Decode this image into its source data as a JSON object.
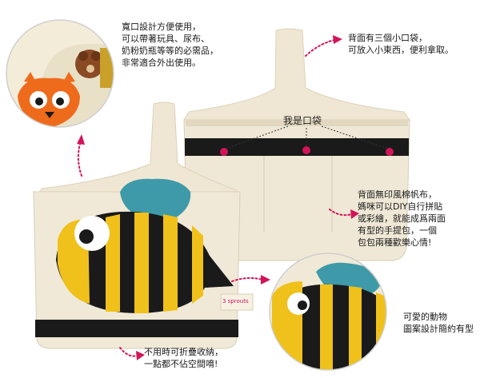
{
  "annotations": {
    "wide_opening": "寬口設計方便使用，\n可以帶著玩具、尿布、\n奶粉奶瓶等等的必需品，\n非常適合外出使用。",
    "back_pockets": "背面有三個小口袋，\n可放入小東西，便利拿取。",
    "pocket_label": "我是口袋",
    "back_diy": "背面無印風棉帆布，\n媽咪可以DIY自行拼貼\n或彩繪，就能成爲兩面\n有型的手提包，一個\n包包兩種歡樂心情!",
    "cute_animal": "可愛的動物\n圖案設計簡約有型",
    "foldable": "不用時可折疊收納，\n一點都不佔空間唷!"
  },
  "brand_tag": "3 sprouts",
  "colors": {
    "canvas": "#efe8d6",
    "bee_yellow": "#f0c11b",
    "bee_black": "#1a1a1a",
    "wing_blue": "#3e9aa8",
    "arrow_pink": "#d4145a",
    "circle_border": "#c8c8c8"
  }
}
